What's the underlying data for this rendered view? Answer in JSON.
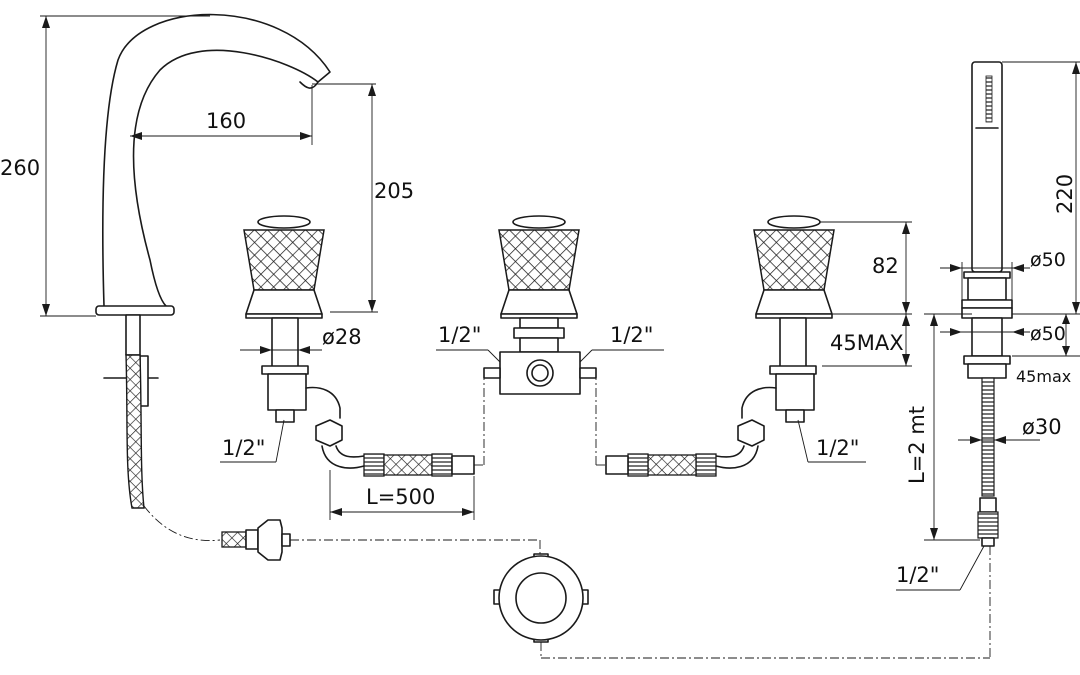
{
  "labels": {
    "spout_height": "260",
    "spout_reach": "160",
    "spout_outlet_height": "205",
    "valve_diameter": "ø28",
    "connector_left": "1/2\"",
    "connector_right": "1/2\"",
    "valve_thread_left": "1/2\"",
    "valve_thread_right": "1/2\"",
    "hose_length": "L=500",
    "handle_height": "82",
    "handle_max": "45MAX",
    "shower_length": "220",
    "shower_head_diameter": "ø50",
    "shower_base_diameter": "ø50",
    "shower_max": "45max",
    "shower_hose_diameter": "ø30",
    "shower_hose_length": "L=2  mt",
    "shower_thread": "1/2\""
  },
  "colors": {
    "line": "#1a1a1a",
    "background": "#ffffff"
  }
}
